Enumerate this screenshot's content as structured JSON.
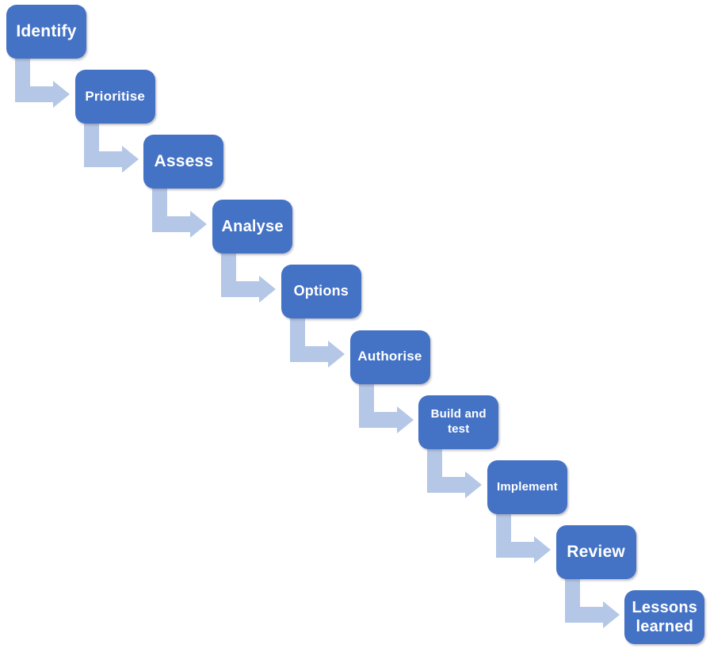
{
  "diagram": {
    "type": "stair-step process flow",
    "steps": [
      {
        "label": "Identify"
      },
      {
        "label": "Prioritise"
      },
      {
        "label": "Assess"
      },
      {
        "label": "Analyse"
      },
      {
        "label": "Options"
      },
      {
        "label": "Authorise"
      },
      {
        "label": "Build and test"
      },
      {
        "label": "Implement"
      },
      {
        "label": "Review"
      },
      {
        "label": "Lessons learned"
      }
    ],
    "colors": {
      "box_fill": "#4472c4",
      "arrow_fill": "#b4c7e7",
      "label_text": "#ffffff",
      "background": "#ffffff"
    }
  }
}
